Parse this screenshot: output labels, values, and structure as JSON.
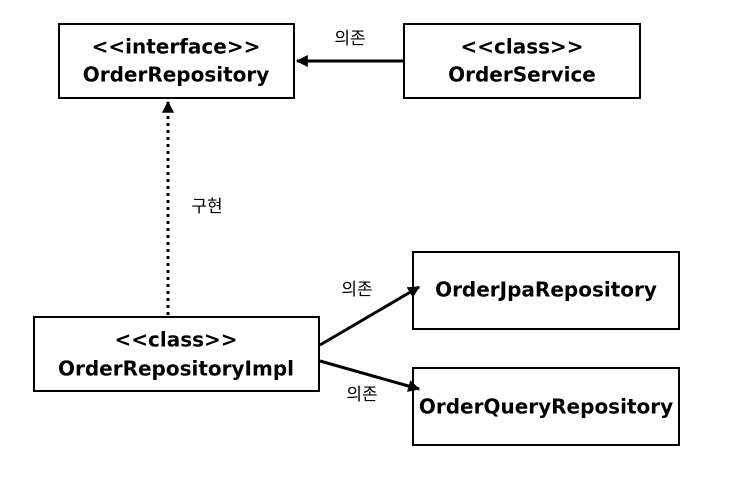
{
  "nodes": {
    "order_repository": {
      "stereotype": "<<interface>>",
      "name": "OrderRepository"
    },
    "order_service": {
      "stereotype": "<<class>>",
      "name": "OrderService"
    },
    "order_repository_impl": {
      "stereotype": "<<class>>",
      "name": "OrderRepositoryImpl"
    },
    "order_jpa_repository": {
      "name": "OrderJpaRepository"
    },
    "order_query_repository": {
      "name": "OrderQueryRepository"
    }
  },
  "edges": {
    "service_to_repository": {
      "label": "의존"
    },
    "impl_to_repository": {
      "label": "구현"
    },
    "impl_to_jpa": {
      "label": "의존"
    },
    "impl_to_query": {
      "label": "의존"
    }
  },
  "colors": {
    "stroke": "#000000",
    "background": "#ffffff"
  }
}
